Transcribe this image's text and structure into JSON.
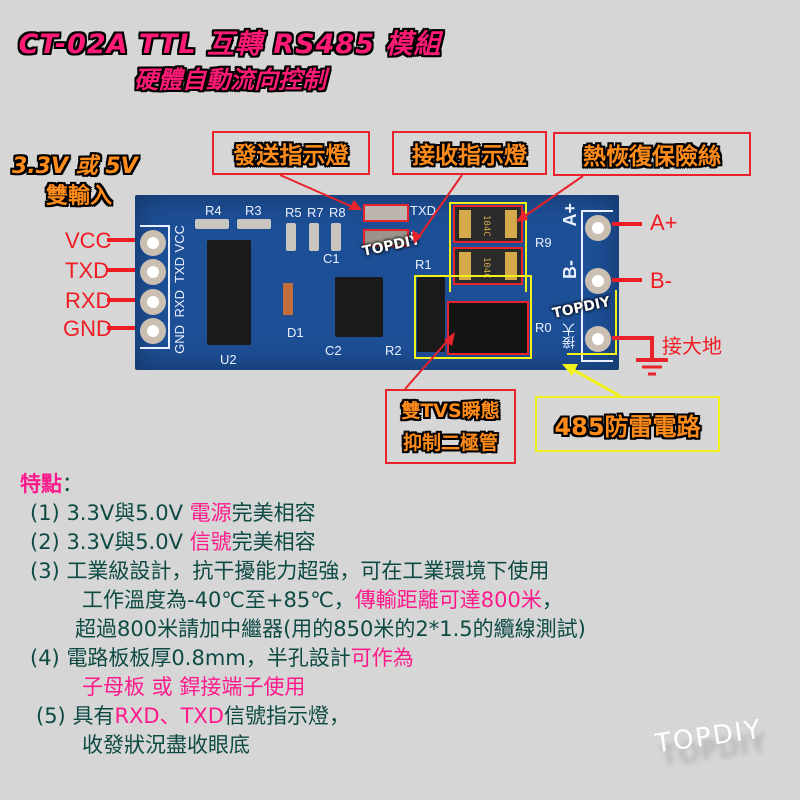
{
  "title": {
    "line1": "CT-02A TTL 互轉 RS485 模組",
    "line2": "硬體自動流向控制"
  },
  "input_note": {
    "line1": "3.3V 或 5V",
    "line2": "雙輸入"
  },
  "callouts": {
    "tx_led": "發送指示燈",
    "rx_led": "接收指示燈",
    "fuse": "熱恢復保險絲",
    "tvs_line1": "雙TVS瞬態",
    "tvs_line2": "抑制二極管",
    "surge": "485防雷電路"
  },
  "left_pins": [
    "VCC",
    "TXD",
    "RXD",
    "GND"
  ],
  "right_pins": {
    "a": "A+",
    "b": "B-",
    "ground": "接大地"
  },
  "board": {
    "silk_left": [
      "VCC",
      "TXD",
      "RXD",
      "GND"
    ],
    "silk_refs": [
      "R4",
      "R3",
      "R5",
      "R7",
      "R8",
      "C1",
      "R1",
      "D1",
      "C2",
      "R2",
      "U2",
      "R9",
      "R0"
    ],
    "silk_tx": "TXD",
    "silk_rx": "D",
    "silk_a": "A+",
    "silk_b": "B-",
    "silk_gnd": "接大",
    "fuse_marking": "104C",
    "watermark": "TOPDIY"
  },
  "features": {
    "heading": "特點",
    "heading_colon": "：",
    "items": [
      {
        "num": "(1)",
        "pre": "3.3V與5.0V ",
        "hl": "電源",
        "post": "完美相容"
      },
      {
        "num": "(2)",
        "pre": "3.3V與5.0V ",
        "hl": "信號",
        "post": "完美相容"
      },
      {
        "num": "(3)",
        "pre": "工業級設計，抗干擾能力超強，可在工業環境下使用"
      },
      {
        "cont_pre": "工作溫度為-40℃至+85℃，",
        "cont_hl": "傳輸距離可達800米",
        "cont_post": "，"
      },
      {
        "cont": "超過800米請加中繼器(用的850米的2*1.5的纜線測試)"
      },
      {
        "num": "(4)",
        "pre": "電路板板厚0.8mm，半孔設計",
        "hl": "可作為"
      },
      {
        "cont_hl": "子母板 或 銲接端子使用"
      },
      {
        "num": "(5)",
        "pre": "具有",
        "hl": "RXD、TXD",
        "post": "信號指示燈，"
      },
      {
        "cont": "收發狀況盡收眼底"
      }
    ]
  },
  "watermark_bottom": "TOPDIY",
  "colors": {
    "background": "#d6d6d6",
    "title_pink": "#ff1a75",
    "callout_orange": "#ff8c1a",
    "callout_red": "#e8232b",
    "callout_yellow": "#f2f21a",
    "pin_red": "#f01c24",
    "board_blue": "#1d4f96",
    "feature_text": "#0e4a44",
    "feature_highlight": "#ff1a8c"
  }
}
